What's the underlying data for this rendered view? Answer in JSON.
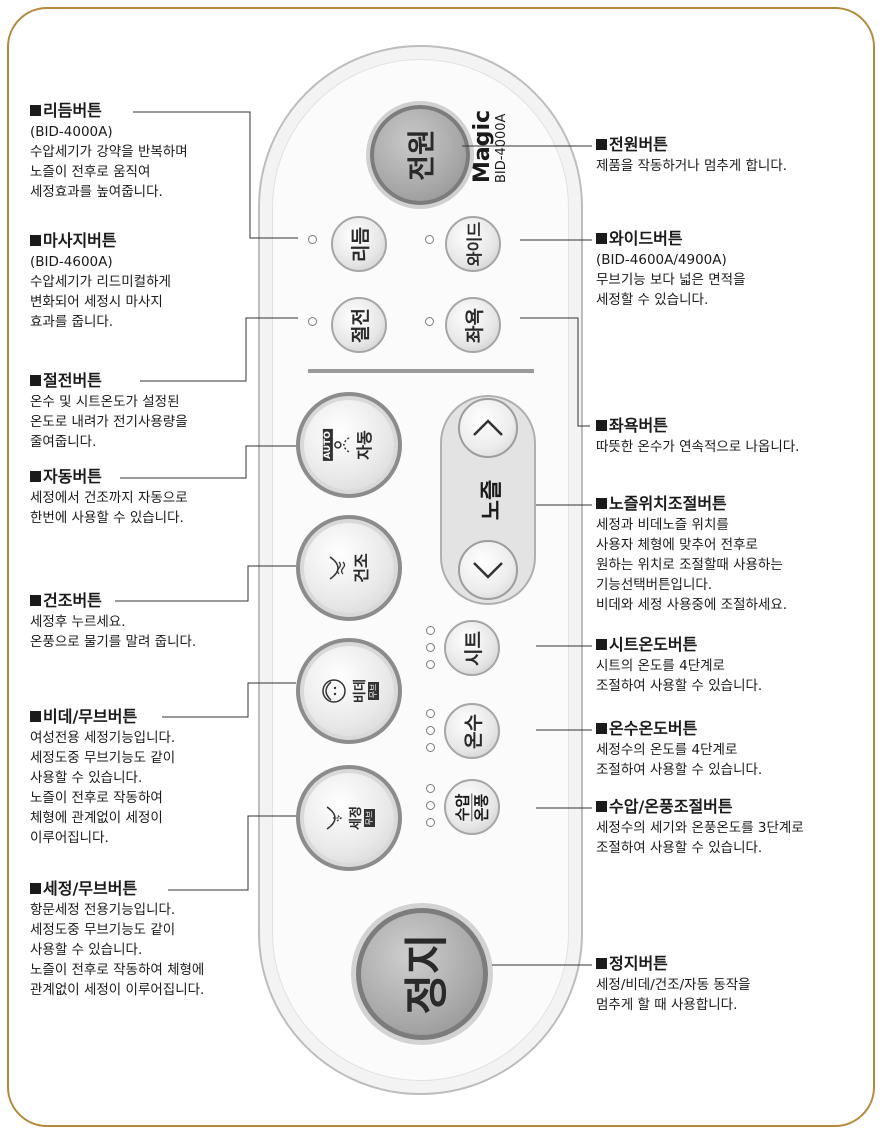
{
  "device": {
    "brand": "Magic",
    "model": "BID-4000A"
  },
  "buttons": {
    "power": "전원",
    "rhythm": "리듬",
    "wide": "와이드",
    "save": "절전",
    "seat_bath": "좌욕",
    "auto_badge": "AUTO",
    "auto": "자동",
    "dry": "건조",
    "nozzle": "노즐",
    "seat": "시트",
    "water": "온수",
    "pressure": "수압",
    "air": "온풍",
    "bidet": "비데",
    "move_badge": "무브",
    "wash": "세정",
    "stop": "정지"
  },
  "left_labels": [
    {
      "title": "리듬버튼",
      "lines": [
        "(BID-4000A)",
        "수압세기가 강약을 반복하며",
        "노즐이 전후로 움직여",
        "세정효과를 높여줍니다."
      ]
    },
    {
      "title": "마사지버튼",
      "lines": [
        "(BID-4600A)",
        "수압세기가 리드미컬하게",
        "변화되어 세정시 마사지",
        "효과를 줍니다."
      ]
    },
    {
      "title": "절전버튼",
      "lines": [
        "온수 및 시트온도가 설정된",
        "온도로 내려가 전기사용량을",
        "줄여줍니다."
      ]
    },
    {
      "title": "자동버튼",
      "lines": [
        "세정에서 건조까지 자동으로",
        "한번에 사용할 수 있습니다."
      ]
    },
    {
      "title": "건조버튼",
      "lines": [
        "세정후 누르세요.",
        "온풍으로 물기를 말려 줍니다."
      ]
    },
    {
      "title": "비데/무브버튼",
      "lines": [
        "여성전용 세정기능입니다.",
        "세정도중 무브기능도 같이",
        "사용할 수 있습니다.",
        "노즐이 전후로 작동하여",
        "체형에 관계없이 세정이",
        "이루어집니다."
      ]
    },
    {
      "title": "세정/무브버튼",
      "lines": [
        "항문세정 전용기능입니다.",
        "세정도중 무브기능도 같이",
        "사용할 수 있습니다.",
        "노즐이 전후로 작동하여 체형에",
        "관계없이 세정이 이루어집니다."
      ]
    }
  ],
  "right_labels": [
    {
      "title": "전원버튼",
      "lines": [
        "제품을 작동하거나 멈추게 합니다."
      ]
    },
    {
      "title": "와이드버튼",
      "lines": [
        "(BID-4600A/4900A)",
        "무브기능 보다 넓은 면적을",
        "세정할 수 있습니다."
      ]
    },
    {
      "title": "좌욕버튼",
      "lines": [
        "따뜻한 온수가 연속적으로 나옵니다."
      ]
    },
    {
      "title": "노즐위치조절버튼",
      "lines": [
        "세정과 비데노즐 위치를",
        "사용자 체형에 맞추어 전후로",
        "원하는 위치로 조절할때 사용하는",
        "기능선택버튼입니다.",
        "비데와 세정 사용중에 조절하세요."
      ]
    },
    {
      "title": "시트온도버튼",
      "lines": [
        "시트의 온도를 4단계로",
        "조절하여 사용할 수 있습니다."
      ]
    },
    {
      "title": "온수온도버튼",
      "lines": [
        "세정수의 온도를 4단계로",
        "조절하여 사용할 수 있습니다."
      ]
    },
    {
      "title": "수압/온풍조절버튼",
      "lines": [
        "세정수의 세기와 온풍온도를 3단계로",
        "조절하여 사용할 수 있습니다."
      ]
    },
    {
      "title": "정지버튼",
      "lines": [
        "세정/비데/건조/자동 동작을",
        "멈추게 할 때 사용합니다."
      ]
    }
  ],
  "colors": {
    "frame": "#b5893a",
    "button_dark": "#a8a8a8",
    "button_light": "#e6e6e6"
  }
}
